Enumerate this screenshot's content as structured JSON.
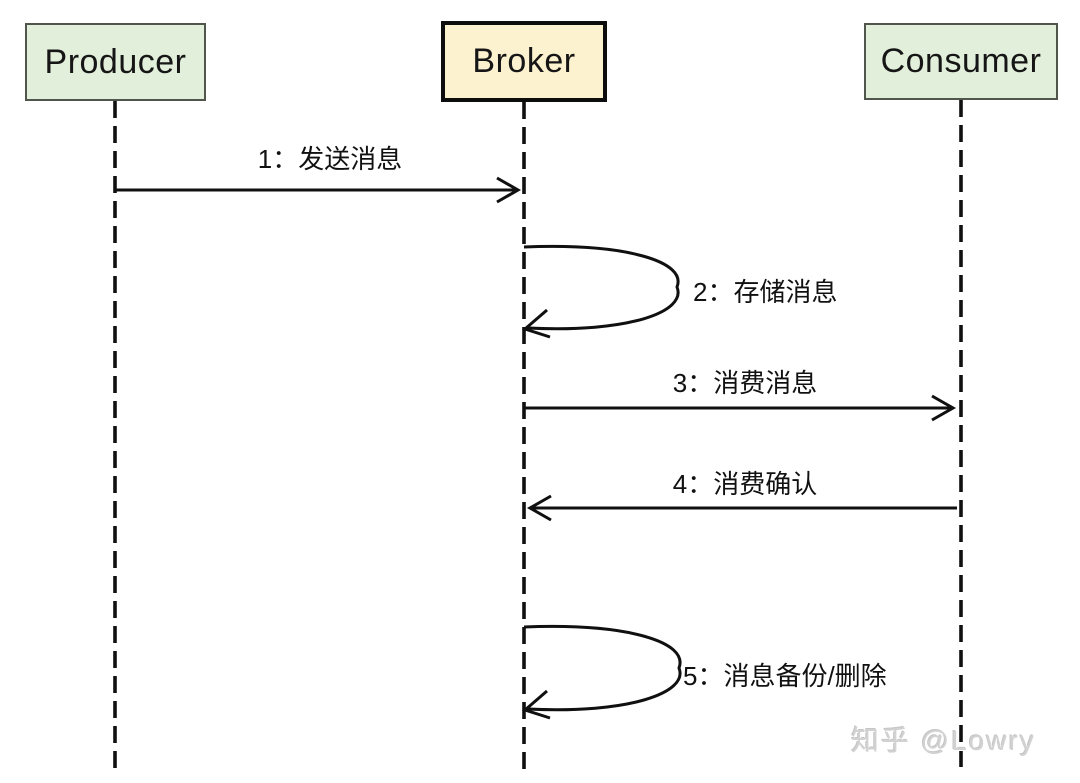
{
  "diagram": {
    "type": "sequence-diagram",
    "actors": [
      {
        "label": "Producer"
      },
      {
        "label": "Broker"
      },
      {
        "label": "Consumer"
      }
    ],
    "messages": [
      {
        "label": "1：发送消息",
        "from": "Producer",
        "to": "Broker",
        "kind": "message"
      },
      {
        "label": "2：存储消息",
        "from": "Broker",
        "to": "Broker",
        "kind": "self-message"
      },
      {
        "label": "3：消费消息",
        "from": "Broker",
        "to": "Consumer",
        "kind": "message"
      },
      {
        "label": "4：消费确认",
        "from": "Consumer",
        "to": "Broker",
        "kind": "message"
      },
      {
        "label": "5：消息备份/删除",
        "from": "Broker",
        "to": "Broker",
        "kind": "self-message"
      }
    ],
    "watermark": "知乎 @Lowry",
    "colors": {
      "actor_fill_green": "#e2efda",
      "broker_fill_yellow": "#fdf2cf",
      "line_black": "#111111",
      "watermark_gray": "#d2d2d2"
    }
  }
}
